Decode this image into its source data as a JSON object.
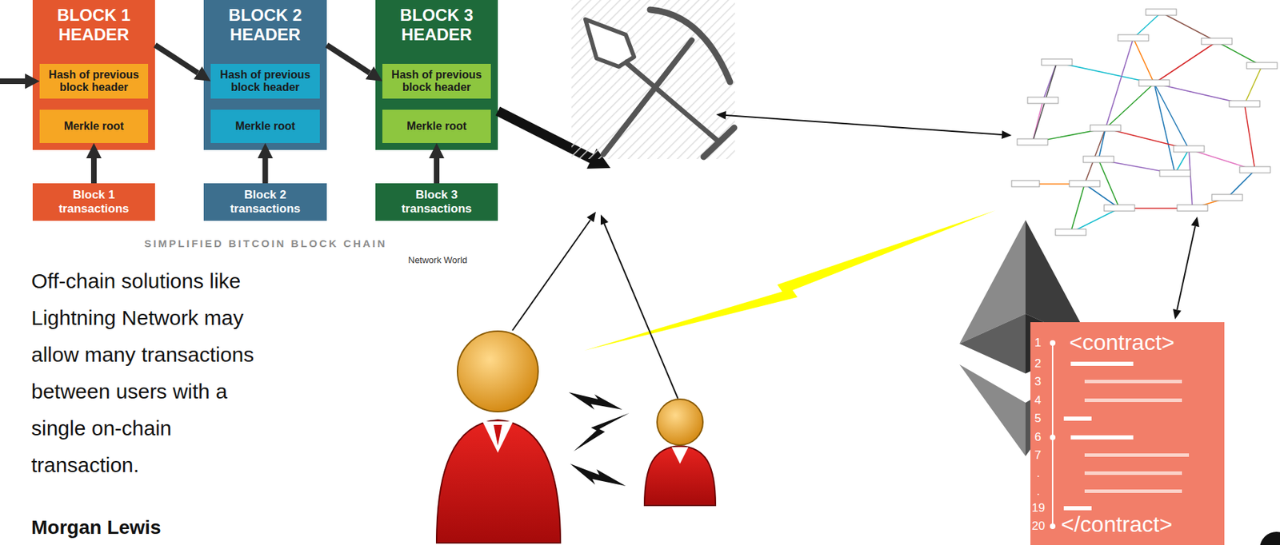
{
  "diagram": {
    "nodes": [
      {
        "text": [
          "BLOCK 1 HEADER"
        ]
      },
      {
        "text": [
          "Hash of previous block header"
        ],
        "in": 0
      },
      {
        "text": [
          "Merkle root"
        ],
        "in": 0
      },
      {
        "text": [
          "Block 1 transactions"
        ]
      },
      {
        "text": [
          "BLOCK 2 HEADER"
        ]
      },
      {
        "text": [
          "Hash of previous block header"
        ],
        "in": 4
      },
      {
        "text": [
          "Merkle root"
        ],
        "in": 4
      },
      {
        "text": [
          "Block 2 transactions"
        ]
      },
      {
        "text": [
          "BLOCK 3 HEADER"
        ]
      },
      {
        "text": [
          "Hash of previous block header"
        ],
        "in": 8
      },
      {
        "text": [
          "Merkle root"
        ],
        "in": 8
      },
      {
        "text": [
          "Block 3 transactions"
        ]
      },
      {
        "text": [
          "1",
          "<contract>",
          "2",
          "3",
          "4",
          "5",
          "6",
          "7",
          ".",
          ".",
          "19",
          "20",
          "</contract>"
        ]
      }
    ],
    "edges": [
      {
        "from": 3,
        "to": 2,
        "arrow": "to"
      },
      {
        "from": 7,
        "to": 6,
        "arrow": "to"
      },
      {
        "from": 11,
        "to": 10,
        "arrow": "to"
      },
      {
        "from": 0,
        "to": 5,
        "arrow": "to"
      },
      {
        "from": 4,
        "to": 9,
        "arrow": "to"
      }
    ],
    "labels": [
      "SIMPLIFIED BITCOIN BLOCK CHAIN",
      "Network World",
      "Off-chain solutions like Lightning Network may allow many transactions between users with a single on-chain transaction.",
      "Morgan Lewis"
    ]
  }
}
